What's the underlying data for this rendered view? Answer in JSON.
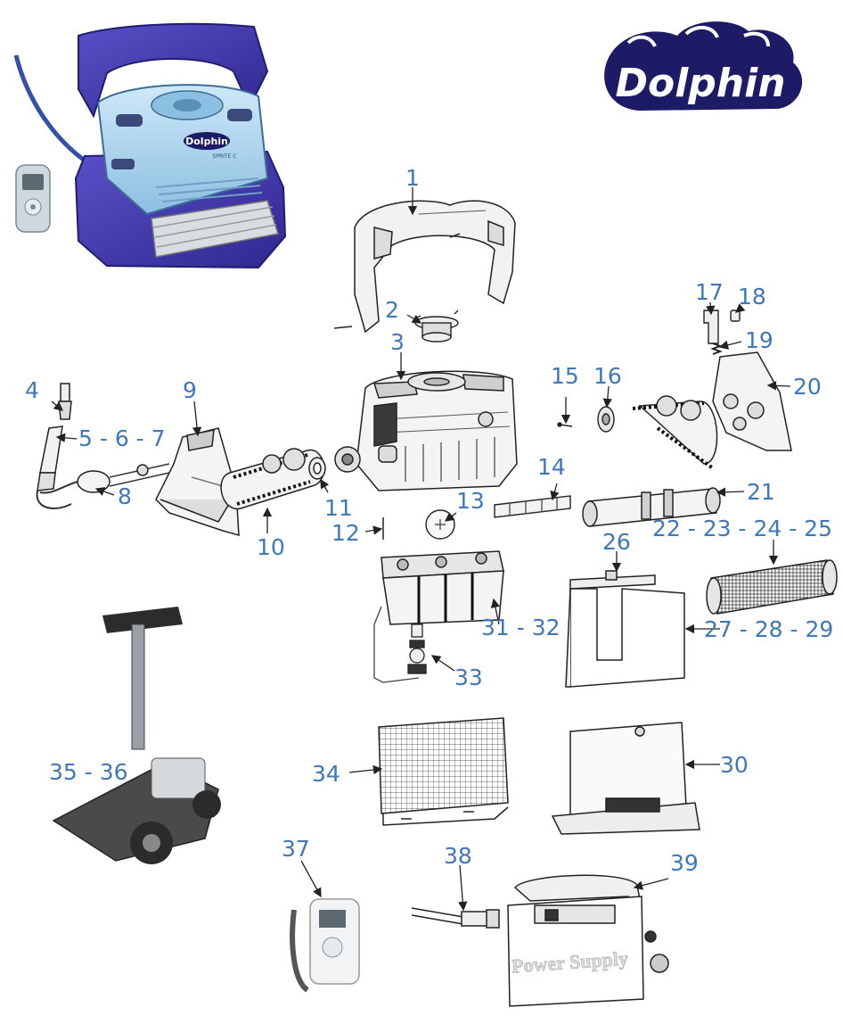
{
  "brand": {
    "logo_text": "Dolphin",
    "logo_colors": {
      "dark": "#1d1a66",
      "light": "#ffffff"
    }
  },
  "diagram": {
    "callouts": [
      {
        "id": "c1",
        "text": "1"
      },
      {
        "id": "c2",
        "text": "2"
      },
      {
        "id": "c3",
        "text": "3"
      },
      {
        "id": "c4",
        "text": "4"
      },
      {
        "id": "c5",
        "text": "5 - 6 - 7"
      },
      {
        "id": "c8",
        "text": "8"
      },
      {
        "id": "c9",
        "text": "9"
      },
      {
        "id": "c10",
        "text": "10"
      },
      {
        "id": "c11",
        "text": "11"
      },
      {
        "id": "c12",
        "text": "12"
      },
      {
        "id": "c13",
        "text": "13"
      },
      {
        "id": "c14",
        "text": "14"
      },
      {
        "id": "c15",
        "text": "15"
      },
      {
        "id": "c16",
        "text": "16"
      },
      {
        "id": "c17",
        "text": "17"
      },
      {
        "id": "c18",
        "text": "18"
      },
      {
        "id": "c19",
        "text": "19"
      },
      {
        "id": "c20",
        "text": "20"
      },
      {
        "id": "c21",
        "text": "21"
      },
      {
        "id": "c22",
        "text": "22 - 23 - 24 - 25"
      },
      {
        "id": "c26",
        "text": "26"
      },
      {
        "id": "c27",
        "text": "27 - 28 - 29"
      },
      {
        "id": "c30",
        "text": "30"
      },
      {
        "id": "c31",
        "text": "31 - 32"
      },
      {
        "id": "c33",
        "text": "33"
      },
      {
        "id": "c34",
        "text": "34"
      },
      {
        "id": "c35",
        "text": "35 - 36"
      },
      {
        "id": "c37",
        "text": "37"
      },
      {
        "id": "c38",
        "text": "38"
      },
      {
        "id": "c39",
        "text": "39"
      }
    ],
    "labels": {
      "power_supply": "Power Supply",
      "robot_badge": "Dolphin",
      "robot_model": "SPRITE C"
    },
    "colors": {
      "callout": "#3f78b8",
      "line": "#222222",
      "robot_body": "#a9d4ee",
      "robot_frame": "#4a3fb0"
    }
  }
}
